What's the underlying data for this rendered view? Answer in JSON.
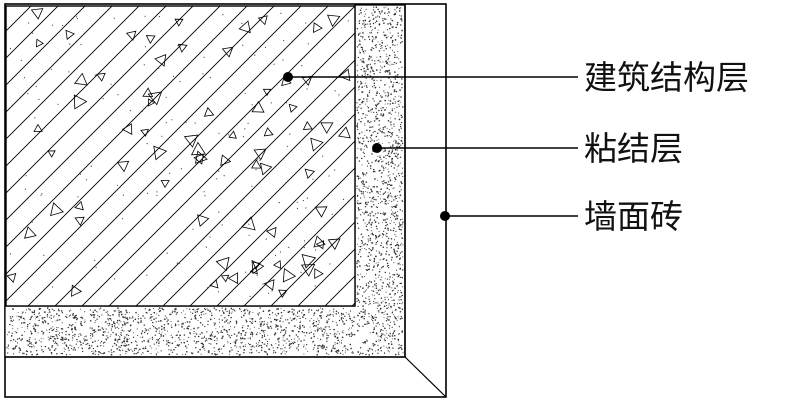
{
  "labels": {
    "structure_layer": "建筑结构层",
    "adhesive_layer": "粘结层",
    "wall_tile": "墙面砖"
  },
  "colors": {
    "line": "#000000",
    "background": "#ffffff",
    "stipple": "#333333"
  }
}
